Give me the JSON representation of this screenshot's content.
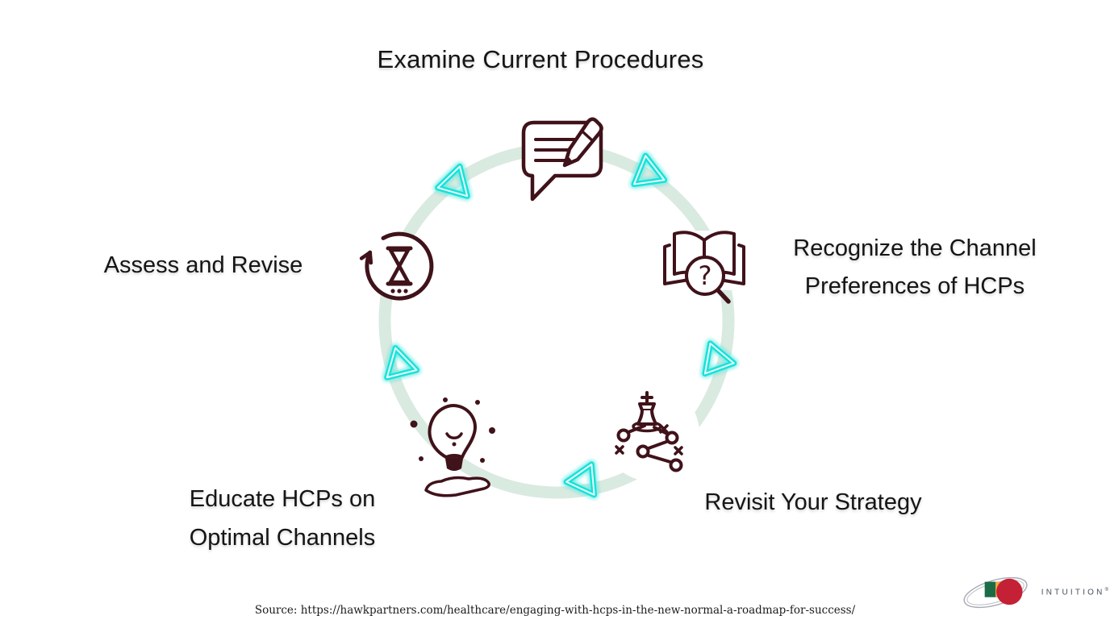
{
  "title": "Examine Current Procedures",
  "cycle": {
    "steps": [
      {
        "name": "examine-current-procedures",
        "label": "Examine Current Procedures",
        "icon": "speech-bubble-pencil-icon",
        "position": "top"
      },
      {
        "name": "recognize-channel-preferences",
        "label": "Recognize the Channel Preferences of HCPs",
        "icon": "book-magnifier-icon",
        "position": "right"
      },
      {
        "name": "revisit-your-strategy",
        "label": "Revisit Your Strategy",
        "icon": "chess-strategy-icon",
        "position": "bottom-right"
      },
      {
        "name": "educate-hcps-optimal-channels",
        "label": "Educate HCPs on Optimal Channels",
        "icon": "lightbulb-hand-icon",
        "position": "bottom-left"
      },
      {
        "name": "assess-and-revise",
        "label": "Assess and Revise",
        "icon": "hourglass-refresh-icon",
        "position": "left"
      }
    ],
    "arrow_icon": "neon-triangle-arrow-icon",
    "arrow_count": 5,
    "direction_hint": "arrows placed between each step around the ring"
  },
  "footer": {
    "source": "Source: https://hawkpartners.com/healthcare/engaging-with-hcps-in-the-new-normal-a-roadmap-for-success/",
    "logo_text": "INTUITION",
    "logo_mark": "®"
  },
  "colors": {
    "background": "#ffffff",
    "ring": "#d9eae0",
    "icon_stroke": "#40121a",
    "arrow_neon": "#17e2d9",
    "arrow_inner": "#e8fffe",
    "text": "#151515",
    "logo_red": "#c42136",
    "logo_green": "#1c6b47",
    "logo_orange": "#f0a73e",
    "logo_text_color": "#474e5b"
  }
}
